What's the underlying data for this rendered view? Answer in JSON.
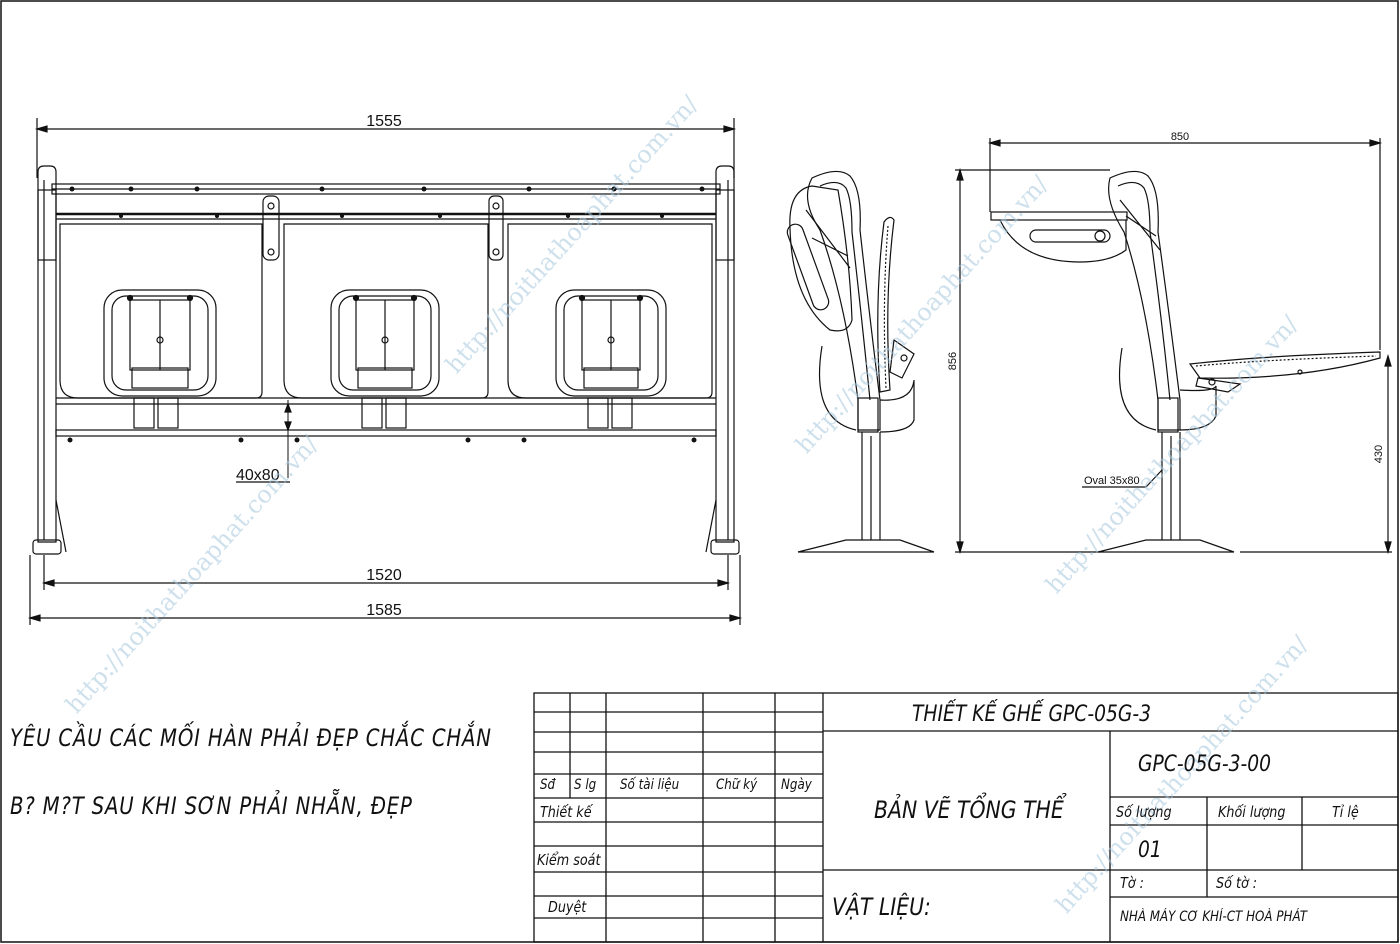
{
  "dimensions": {
    "overall_top": "1555",
    "inner_bottom": "1520",
    "overall_bottom": "1585",
    "tube": "40x80",
    "depth": "850",
    "height": "856",
    "seat_height": "430",
    "oval_tube": "Oval 35x80"
  },
  "notes": {
    "line1": "YÊU CẦU CÁC MỐI HÀN PHẢI ĐẸP CHẮC CHẮN",
    "line2": "B? M?T SAU KHI SƠN PHẢI NHẴN, ĐẸP"
  },
  "title_block": {
    "headers": {
      "so": "Sđ",
      "sl": "S lg",
      "tai_lieu": "Số tài liệu",
      "chu_ky": "Chữ ký",
      "ngay": "Ngày"
    },
    "roles": {
      "thiet_ke": "Thiết kế",
      "kiem_soat": "Kiểm soát",
      "duyet": "Duyệt"
    },
    "title": "THIẾT KẾ GHẾ GPC-05G-3",
    "drawing_name": "BẢN VẼ TỔNG THỂ",
    "code": "GPC-05G-3-00",
    "labels": {
      "so_luong": "Số lượng",
      "khoi_luong": "Khối lượng",
      "ti_le": "Tỉ lệ",
      "to": "Tờ :",
      "so_to": "Số tờ :"
    },
    "quantity": "01",
    "material_label": "VẬT LIỆU:",
    "factory": "NHÀ MÁY CƠ KHÍ-CT HOÀ PHÁT"
  },
  "watermark": "http://noithathoaphat.com.vn/"
}
